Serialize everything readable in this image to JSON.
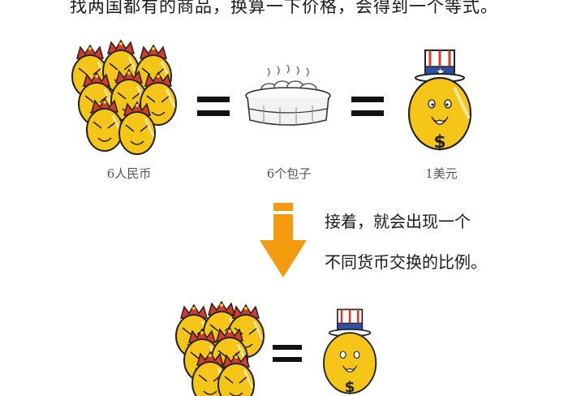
{
  "intro_text": "找两国都有的商品，换算一下价格，会得到一个等式。",
  "row1": {
    "left_label": "6人民币",
    "middle_label": "6个包子",
    "right_label": "1美元"
  },
  "explanation": {
    "line1": "接着，就会出现一个",
    "line2": "不同货币交换的比例。"
  },
  "colors": {
    "coin_gold": "#f5c518",
    "coin_outline": "#222222",
    "crown_red": "#d23a2a",
    "arrow_orange": "#f39a0f",
    "hat_blue": "#2e4fa3"
  }
}
